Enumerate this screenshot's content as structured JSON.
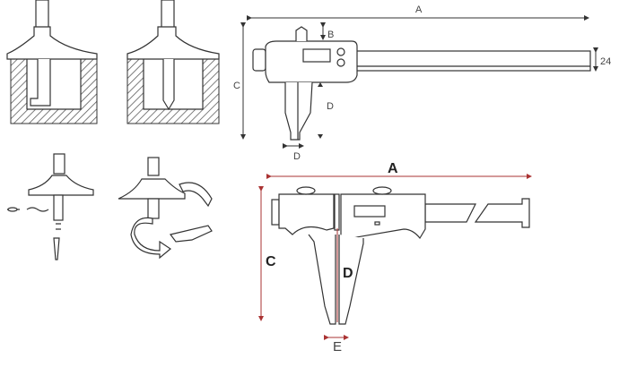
{
  "top_caliper": {
    "label_A": "A",
    "label_B": "B",
    "label_C": "C",
    "label_D_jaw": "D",
    "label_D_tip": "D",
    "label_width": "24"
  },
  "bottom_caliper": {
    "label_A": "A",
    "label_C": "C",
    "label_D": "D",
    "label_E": "E"
  },
  "colors": {
    "line": "#333333",
    "dimension_red": "#aa3333"
  }
}
